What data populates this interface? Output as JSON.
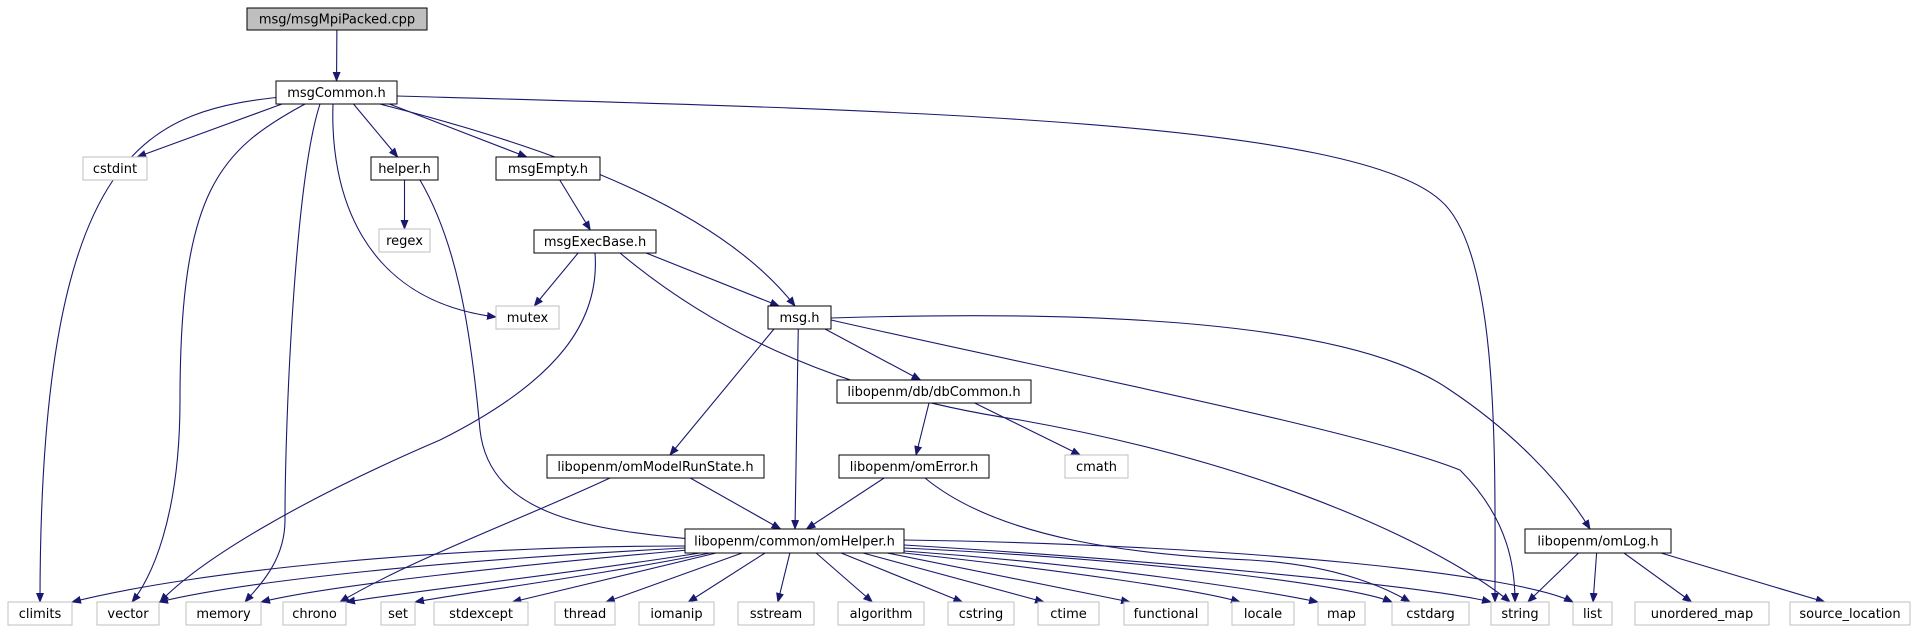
{
  "graph": {
    "nodes": [
      {
        "id": "msgMpiPacked",
        "label": "msg/msgMpiPacked.cpp",
        "kind": "root"
      },
      {
        "id": "msgCommon",
        "label": "msgCommon.h",
        "kind": "header"
      },
      {
        "id": "cstdint",
        "label": "cstdint",
        "kind": "system"
      },
      {
        "id": "helper",
        "label": "helper.h",
        "kind": "header"
      },
      {
        "id": "msgEmpty",
        "label": "msgEmpty.h",
        "kind": "header"
      },
      {
        "id": "regex",
        "label": "regex",
        "kind": "system"
      },
      {
        "id": "msgExecBase",
        "label": "msgExecBase.h",
        "kind": "header"
      },
      {
        "id": "mutex",
        "label": "mutex",
        "kind": "system"
      },
      {
        "id": "msg",
        "label": "msg.h",
        "kind": "header"
      },
      {
        "id": "dbCommon",
        "label": "libopenm/db/dbCommon.h",
        "kind": "header"
      },
      {
        "id": "omModelRunState",
        "label": "libopenm/omModelRunState.h",
        "kind": "header"
      },
      {
        "id": "omError",
        "label": "libopenm/omError.h",
        "kind": "header"
      },
      {
        "id": "cmath",
        "label": "cmath",
        "kind": "system"
      },
      {
        "id": "omHelper",
        "label": "libopenm/common/omHelper.h",
        "kind": "header"
      },
      {
        "id": "omLog",
        "label": "libopenm/omLog.h",
        "kind": "header"
      },
      {
        "id": "climits",
        "label": "climits",
        "kind": "system"
      },
      {
        "id": "vector",
        "label": "vector",
        "kind": "system"
      },
      {
        "id": "memory",
        "label": "memory",
        "kind": "system"
      },
      {
        "id": "chrono",
        "label": "chrono",
        "kind": "system"
      },
      {
        "id": "set",
        "label": "set",
        "kind": "system"
      },
      {
        "id": "stdexcept",
        "label": "stdexcept",
        "kind": "system"
      },
      {
        "id": "thread",
        "label": "thread",
        "kind": "system"
      },
      {
        "id": "iomanip",
        "label": "iomanip",
        "kind": "system"
      },
      {
        "id": "sstream",
        "label": "sstream",
        "kind": "system"
      },
      {
        "id": "algorithm",
        "label": "algorithm",
        "kind": "system"
      },
      {
        "id": "cstring",
        "label": "cstring",
        "kind": "system"
      },
      {
        "id": "ctime",
        "label": "ctime",
        "kind": "system"
      },
      {
        "id": "functional",
        "label": "functional",
        "kind": "system"
      },
      {
        "id": "locale",
        "label": "locale",
        "kind": "system"
      },
      {
        "id": "map",
        "label": "map",
        "kind": "system"
      },
      {
        "id": "cstdarg",
        "label": "cstdarg",
        "kind": "system"
      },
      {
        "id": "string",
        "label": "string",
        "kind": "system"
      },
      {
        "id": "list",
        "label": "list",
        "kind": "system"
      },
      {
        "id": "unordered_map",
        "label": "unordered_map",
        "kind": "system"
      },
      {
        "id": "source_location",
        "label": "source_location",
        "kind": "system"
      }
    ],
    "edges": [
      [
        "msgMpiPacked",
        "msgCommon"
      ],
      [
        "msgCommon",
        "climits"
      ],
      [
        "msgCommon",
        "cstdint"
      ],
      [
        "msgCommon",
        "vector"
      ],
      [
        "msgCommon",
        "memory"
      ],
      [
        "msgCommon",
        "mutex"
      ],
      [
        "msgCommon",
        "helper"
      ],
      [
        "msgCommon",
        "msgEmpty"
      ],
      [
        "msgCommon",
        "msg"
      ],
      [
        "msgCommon",
        "string"
      ],
      [
        "helper",
        "regex"
      ],
      [
        "helper",
        "omHelper"
      ],
      [
        "msgEmpty",
        "msgExecBase"
      ],
      [
        "msgExecBase",
        "mutex"
      ],
      [
        "msgExecBase",
        "vector"
      ],
      [
        "msgExecBase",
        "msg"
      ],
      [
        "msgExecBase",
        "string"
      ],
      [
        "msg",
        "dbCommon"
      ],
      [
        "msg",
        "omModelRunState"
      ],
      [
        "msg",
        "omHelper"
      ],
      [
        "msg",
        "string"
      ],
      [
        "msg",
        "omLog"
      ],
      [
        "dbCommon",
        "omError"
      ],
      [
        "dbCommon",
        "cmath"
      ],
      [
        "omModelRunState",
        "omHelper"
      ],
      [
        "omModelRunState",
        "chrono"
      ],
      [
        "omError",
        "omHelper"
      ],
      [
        "omError",
        "cstdarg"
      ],
      [
        "omHelper",
        "climits"
      ],
      [
        "omHelper",
        "vector"
      ],
      [
        "omHelper",
        "memory"
      ],
      [
        "omHelper",
        "chrono"
      ],
      [
        "omHelper",
        "set"
      ],
      [
        "omHelper",
        "stdexcept"
      ],
      [
        "omHelper",
        "thread"
      ],
      [
        "omHelper",
        "iomanip"
      ],
      [
        "omHelper",
        "sstream"
      ],
      [
        "omHelper",
        "algorithm"
      ],
      [
        "omHelper",
        "cstring"
      ],
      [
        "omHelper",
        "ctime"
      ],
      [
        "omHelper",
        "functional"
      ],
      [
        "omHelper",
        "locale"
      ],
      [
        "omHelper",
        "map"
      ],
      [
        "omHelper",
        "cstdarg"
      ],
      [
        "omHelper",
        "string"
      ],
      [
        "omHelper",
        "list"
      ],
      [
        "omLog",
        "string"
      ],
      [
        "omLog",
        "list"
      ],
      [
        "omLog",
        "unordered_map"
      ],
      [
        "omLog",
        "source_location"
      ]
    ]
  },
  "colors": {
    "edge": "#191970",
    "root_fill": "#bfbfbf",
    "root_border": "#000000",
    "header_fill": "#ffffff",
    "header_border": "#000000",
    "system_fill": "#ffffff",
    "system_border": "#bfbfbf",
    "text": "#000000"
  }
}
